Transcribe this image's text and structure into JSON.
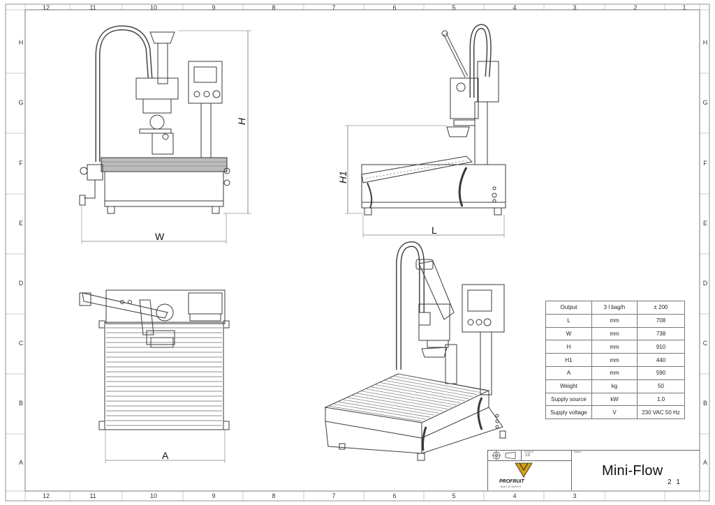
{
  "zones": {
    "columns": [
      "12",
      "11",
      "10",
      "9",
      "8",
      "7",
      "6",
      "5",
      "4",
      "3",
      "2",
      "1"
    ],
    "rows": [
      "H",
      "G",
      "F",
      "E",
      "D",
      "C",
      "B",
      "A"
    ]
  },
  "dimensions": {
    "H": "H",
    "H1": "H1",
    "W": "W",
    "L": "L",
    "A": "A"
  },
  "spec_table": [
    {
      "param": "Output",
      "unit": "3 l bag/h",
      "value": "± 200"
    },
    {
      "param": "L",
      "unit": "mm",
      "value": "708"
    },
    {
      "param": "W",
      "unit": "mm",
      "value": "738"
    },
    {
      "param": "H",
      "unit": "mm",
      "value": "910"
    },
    {
      "param": "H1",
      "unit": "mm",
      "value": "440"
    },
    {
      "param": "A",
      "unit": "mm",
      "value": "590"
    },
    {
      "param": "Weight",
      "unit": "kg",
      "value": "50"
    },
    {
      "param": "Supply  source",
      "unit": "kW",
      "value": "1.0"
    },
    {
      "param": "Supply voltage",
      "unit": "V",
      "value": "230 VAC 50 Hz"
    }
  ],
  "title_block": {
    "scale_label": "SCALE",
    "scale": "1:6",
    "name_label": "Name",
    "title": "Mini-Flow",
    "sheet": "2 1",
    "logo_brand": "PROFRUIT",
    "logo_sub": "MACHINERY"
  },
  "colors": {
    "line": "#3a3a3a",
    "accent": "#d4a017"
  }
}
